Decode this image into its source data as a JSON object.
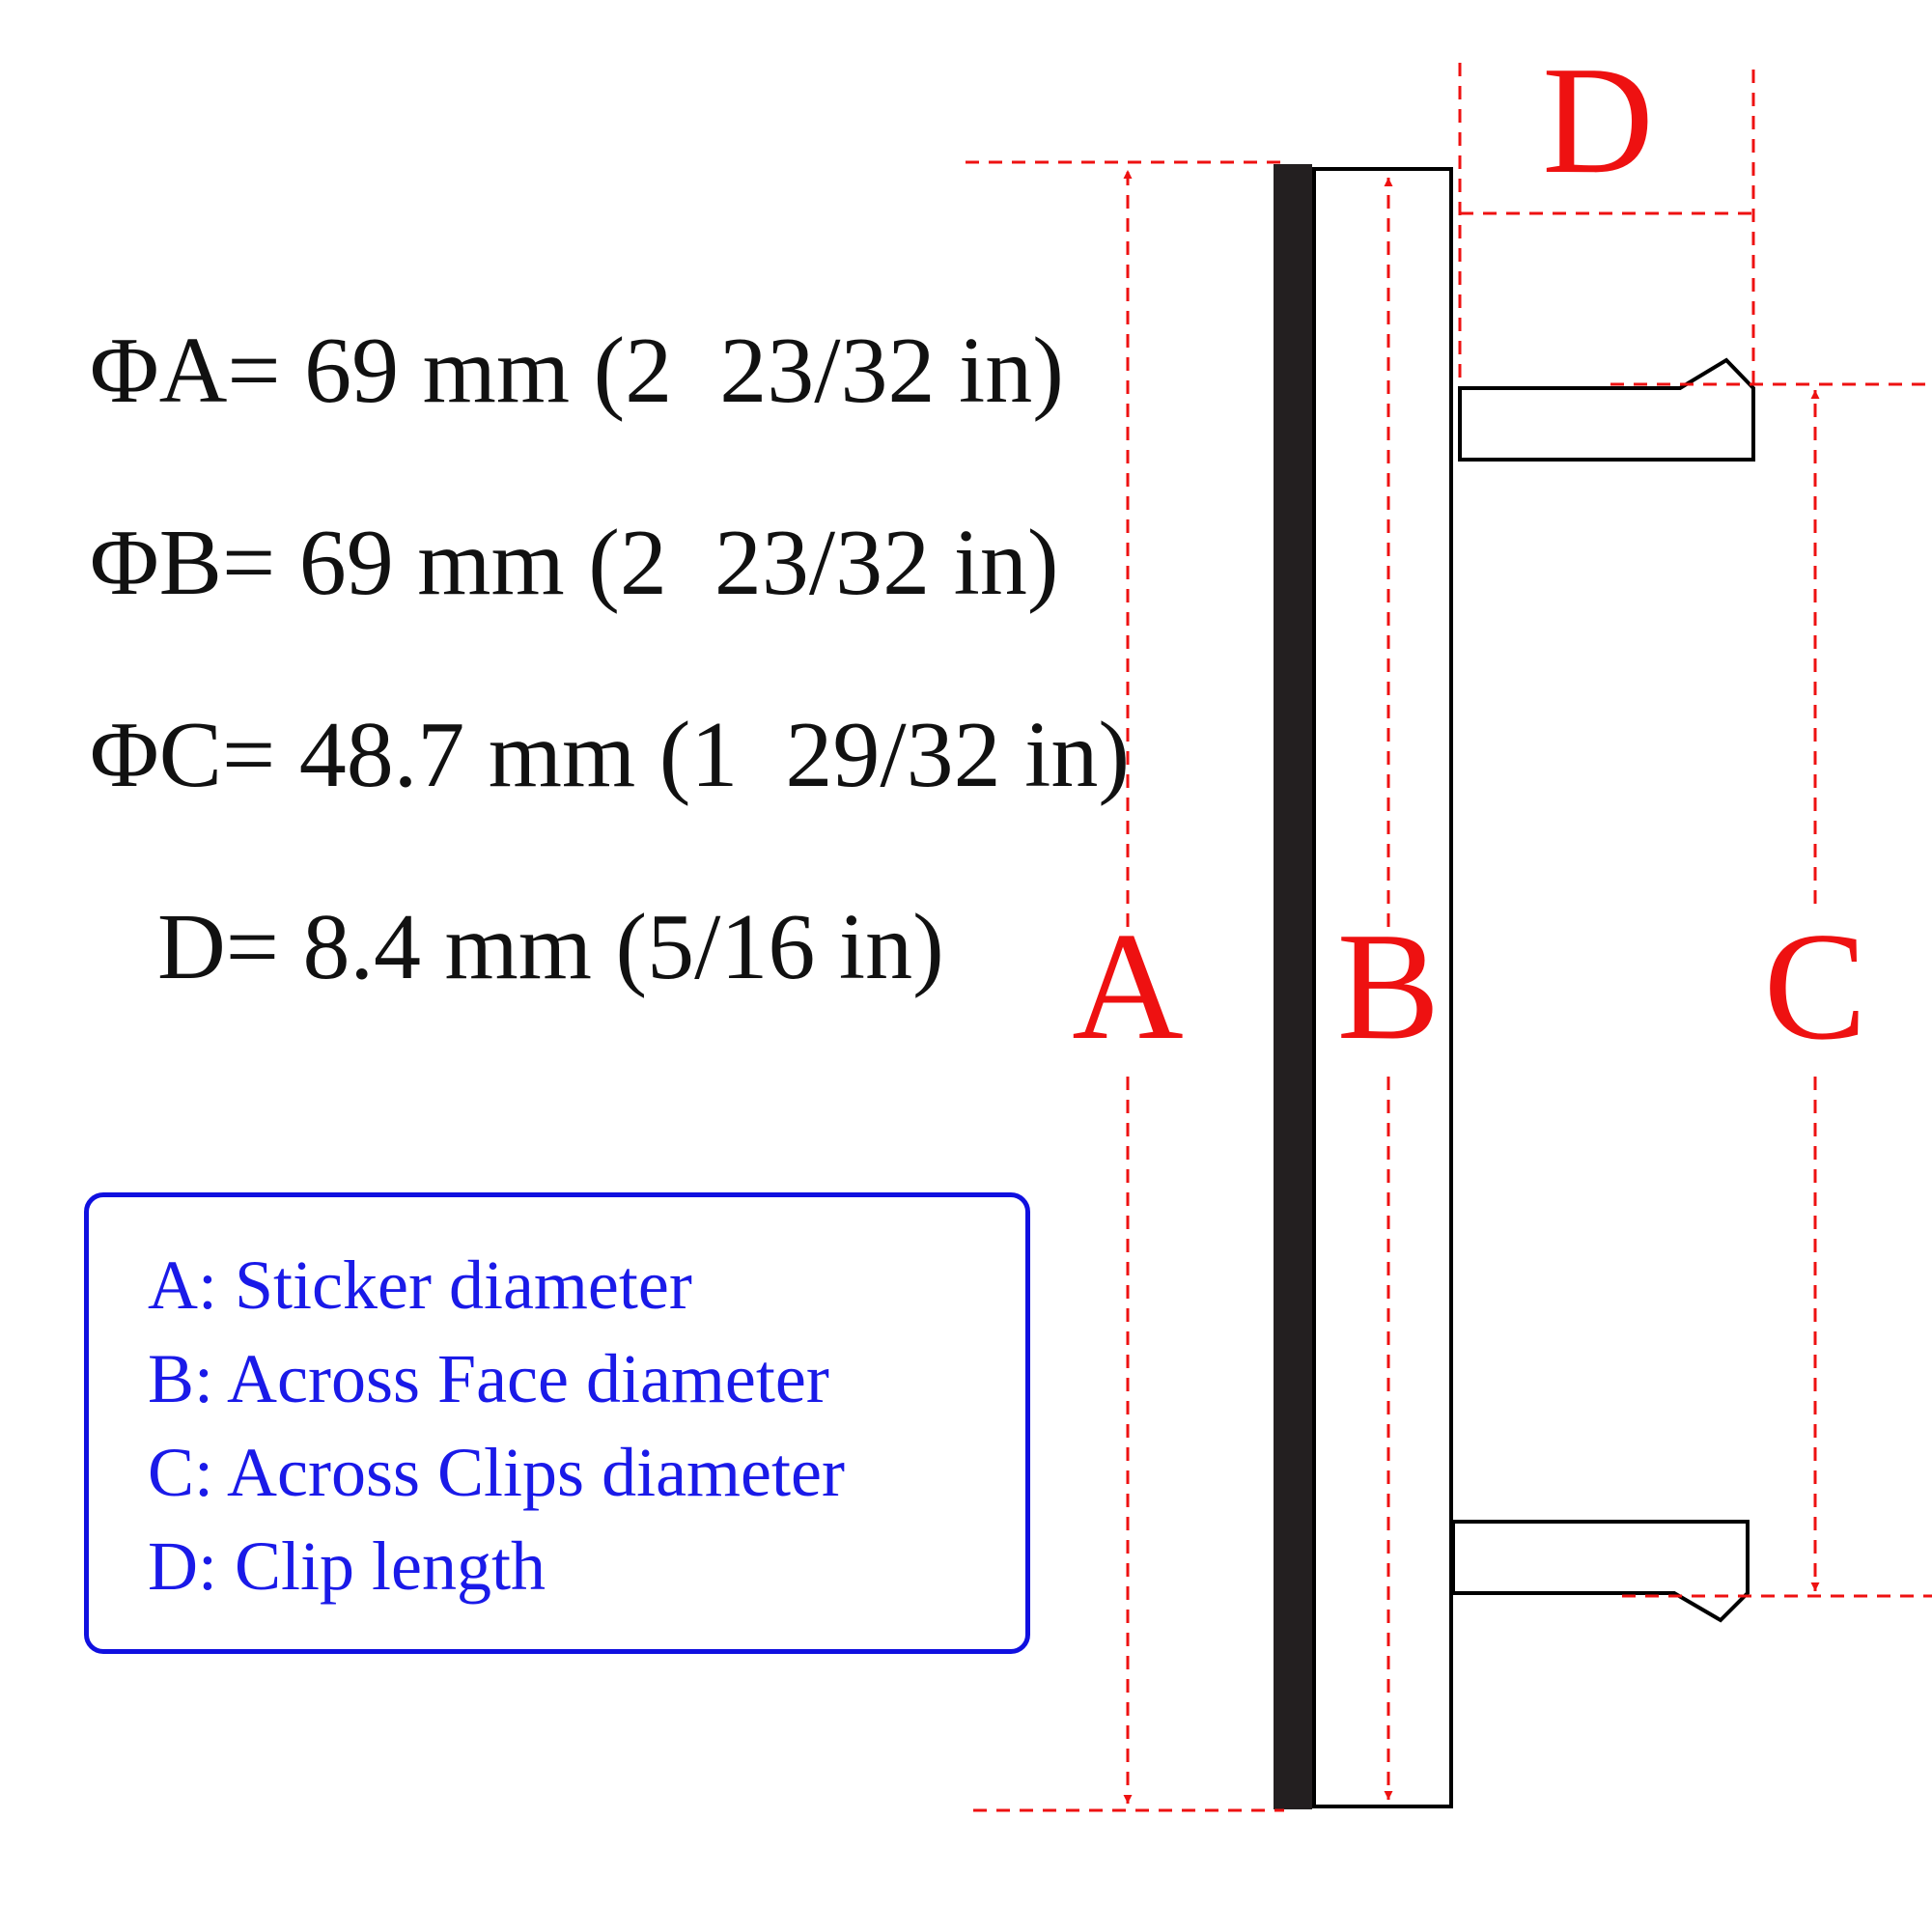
{
  "specs": {
    "a": "ΦA= 69 mm (2  23/32 in)",
    "b": "ΦB= 69 mm (2  23/32 in)",
    "c": "ΦC= 48.7 mm (1  29/32 in)",
    "d": "D= 8.4 mm (5/16 in)"
  },
  "legend": {
    "a": "A: Sticker diameter",
    "b": "B: Across Face diameter",
    "c": "C: Across Clips diameter",
    "d": "D: Clip length"
  },
  "dimension_letters": {
    "a": "A",
    "b": "B",
    "c": "C",
    "d": "D"
  },
  "colors": {
    "dimension": "#ee1111",
    "legend": "#1a1ae8",
    "sticker": "#231f20",
    "outline": "#000000"
  }
}
